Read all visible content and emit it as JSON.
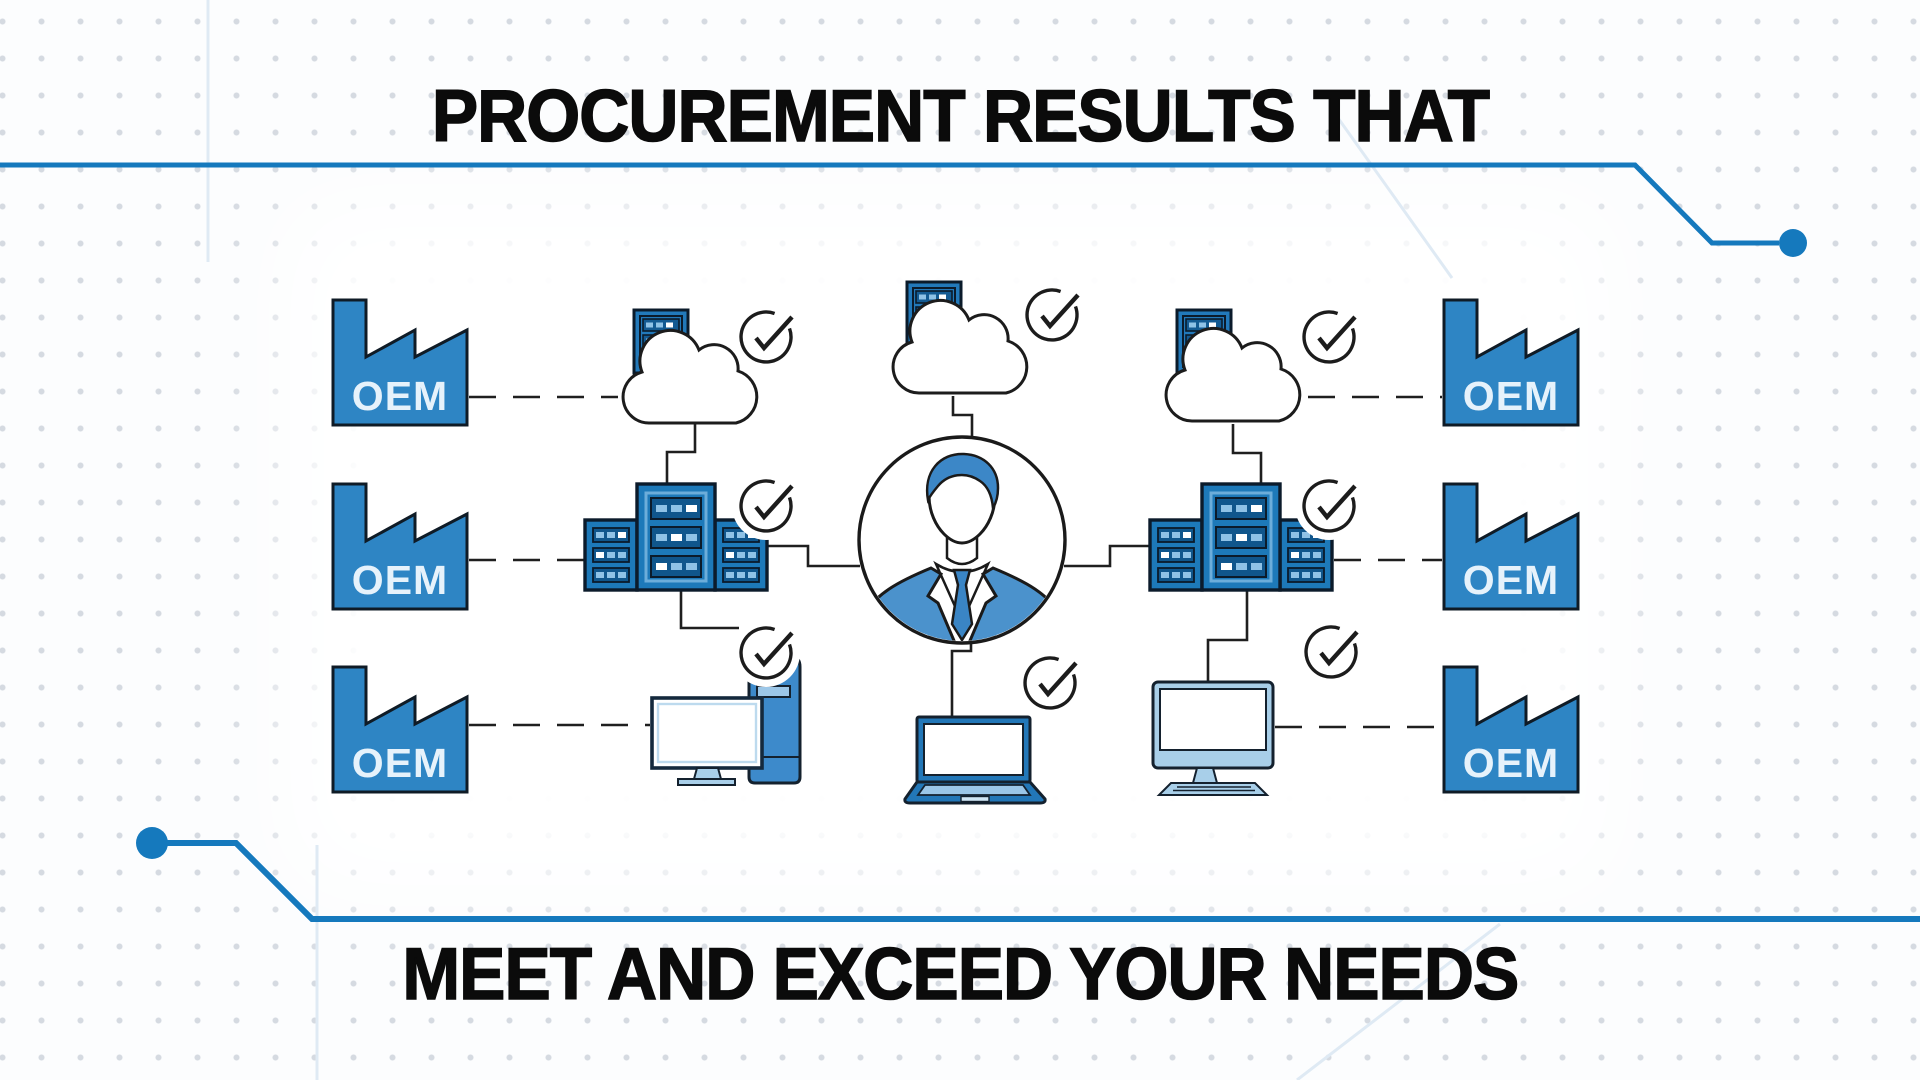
{
  "titles": {
    "top": "PROCUREMENT RESULTS THAT",
    "bottom": "MEET AND EXCEED YOUR NEEDS"
  },
  "labels": {
    "oem": "OEM"
  },
  "colors": {
    "accent_blue": "#1579bd",
    "factory_blue": "#2e85c4",
    "server_blue": "#2279ba",
    "server_bay_dark": "#135a92",
    "bay_cell_light": "#8fc2e6",
    "device_light_blue": "#a8cfe9",
    "suit_blue": "#4b92cc",
    "tie_hair_blue": "#3a85c5",
    "outline_dark": "#101e2b",
    "connector_black": "#1f1f1f",
    "title_black": "#0b0b0b",
    "dot_grid_gray": "#d5dae1",
    "trace_light_blue": "#dfeaf4"
  },
  "icons": {
    "factory": "factory-building-icon",
    "cloud": "cloud-icon",
    "server": "server-rack-icon",
    "server_cluster": "server-cluster-icon",
    "check": "checkmark-circle-icon",
    "person": "businessman-avatar-icon",
    "desktop": "desktop-computer-icon",
    "laptop": "laptop-icon",
    "all_in_one": "all-in-one-computer-icon",
    "circuit_dot": "circuit-node-dot"
  },
  "diagram": {
    "left_column": [
      "OEM factory",
      "OEM factory",
      "OEM factory"
    ],
    "right_column": [
      "OEM factory",
      "OEM factory",
      "OEM factory"
    ],
    "middle_nodes": [
      "cloud with server (checked)",
      "cloud with server (checked)",
      "cloud with server (checked)",
      "server cluster (checked)",
      "server cluster (checked)",
      "desktop computer (checked)",
      "laptop (checked)",
      "all-in-one computer (checked)"
    ],
    "center_node": "procurement specialist"
  }
}
